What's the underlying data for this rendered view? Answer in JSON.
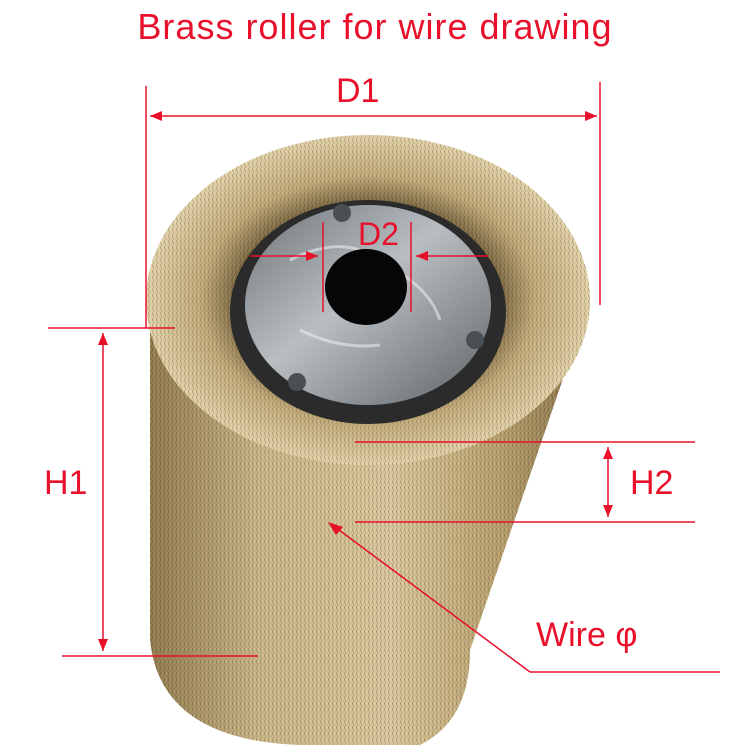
{
  "title": "Brass roller for wire drawing",
  "labels": {
    "outer_diameter": "D1",
    "inner_diameter": "D2",
    "total_height": "H1",
    "bristle_height": "H2",
    "wire": "Wire φ"
  },
  "colors": {
    "annotation": "#e8102a",
    "brass_light": "#d8c79a",
    "brass_mid": "#b59d6a",
    "brass_dark": "#6f5a34",
    "steel": "#9aa2a8",
    "hub_dark": "#2b2b2b"
  }
}
